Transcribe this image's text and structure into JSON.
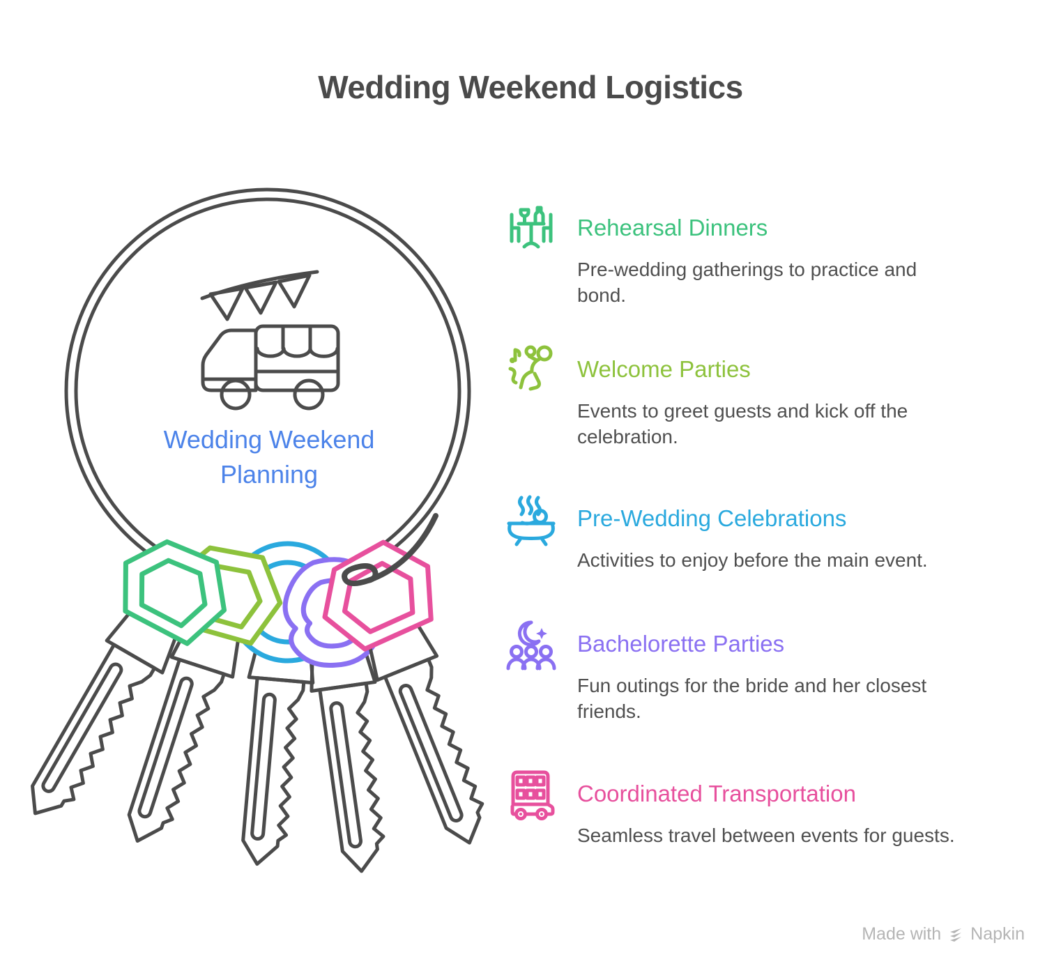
{
  "title": "Wedding Weekend Logistics",
  "title_color": "#4A4A4A",
  "body_text_color": "#4F4F4F",
  "illustration": {
    "label": "Wedding Weekend\nPlanning",
    "label_color": "#4C83E9",
    "outline_color": "#4B4B4B",
    "key_colors": [
      "#3CC27D",
      "#8DC23C",
      "#2AA9DE",
      "#8A70F2",
      "#E7509D"
    ],
    "motifs": [
      "keyring",
      "food-truck",
      "bunting-flags",
      "five-keys"
    ]
  },
  "items": [
    {
      "title": "Rehearsal Dinners",
      "description": "Pre-wedding gatherings to practice and\nbond.",
      "color": "#3CC27D",
      "icon": "dinner-table-icon"
    },
    {
      "title": "Welcome Parties",
      "description": "Events to greet guests and kick off the\ncelebration.",
      "color": "#8DC23C",
      "icon": "dancing-person-icon"
    },
    {
      "title": "Pre-Wedding Celebrations",
      "description": "Activities to enjoy before the main event.",
      "color": "#2AA9DE",
      "icon": "bathtub-icon"
    },
    {
      "title": "Bachelorette Parties",
      "description": "Fun outings for the bride and her closest\nfriends.",
      "color": "#8A70F2",
      "icon": "moon-group-icon"
    },
    {
      "title": "Coordinated Transportation",
      "description": "Seamless travel between events for guests.",
      "color": "#E7509D",
      "icon": "double-decker-bus-icon"
    }
  ],
  "watermark": {
    "prefix": "Made with",
    "brand": "Napkin",
    "color": "#B5B5B5"
  }
}
